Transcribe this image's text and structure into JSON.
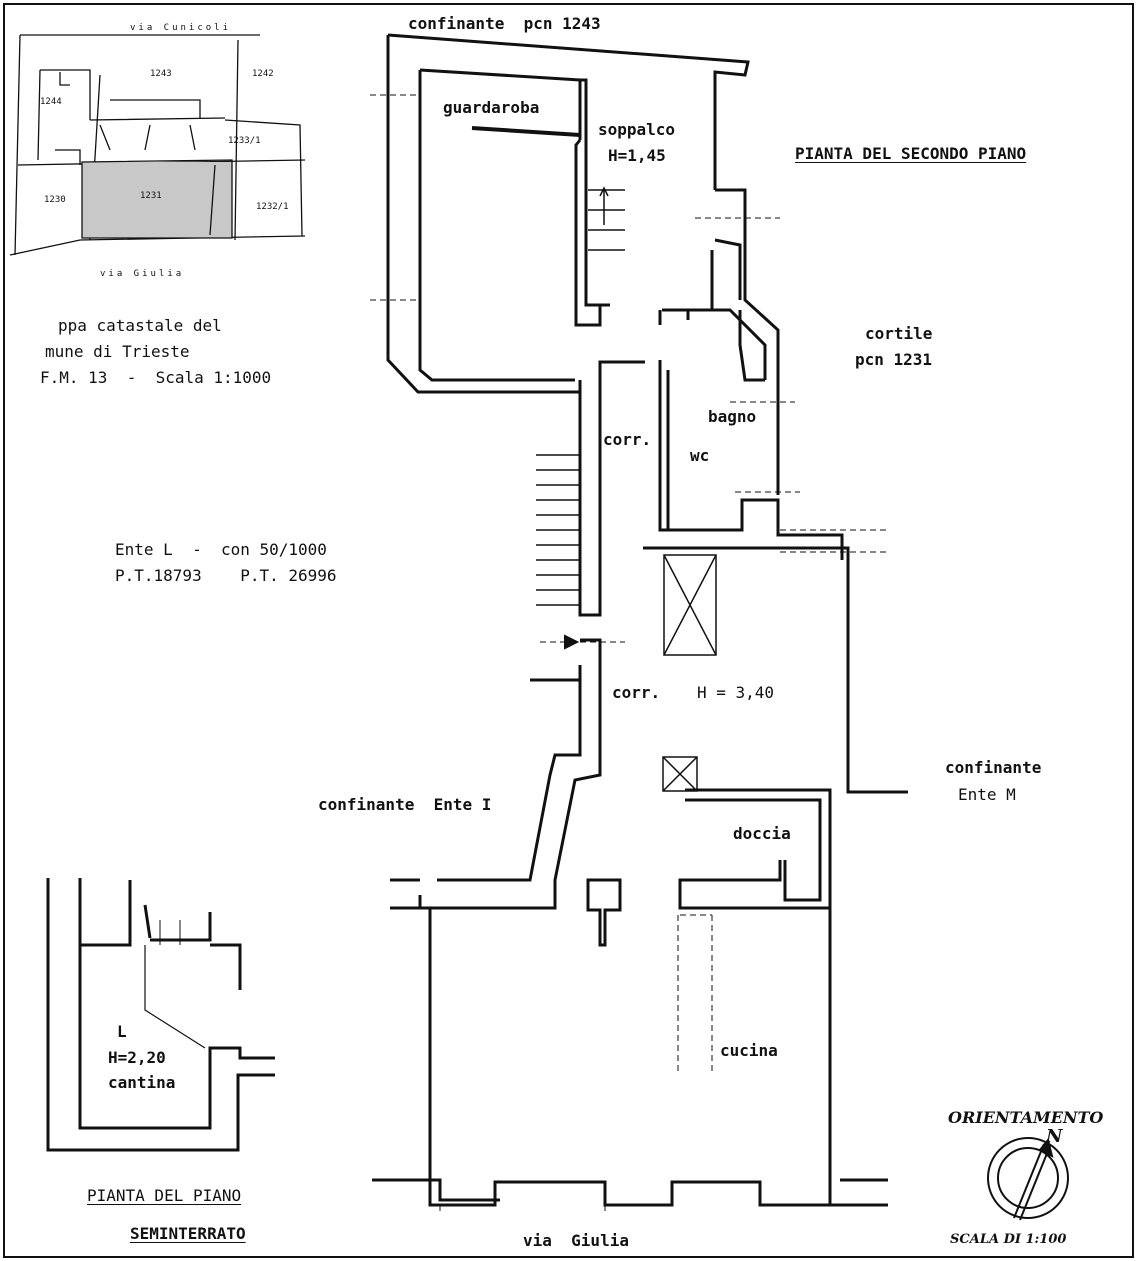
{
  "title": "PIANTA DEL SECONDO PIANO",
  "basement": {
    "title_line1": "PIANTA DEL PIANO",
    "title_line2": "SEMINTERRATO",
    "room_letter": "L",
    "height": "H=2,20",
    "room": "cantina"
  },
  "cadastral_inset": {
    "street_top": "via Cunicoli",
    "street_bottom": "via Giulia",
    "parcels": [
      "1243",
      "1242",
      "1244",
      "1233/1",
      "1230",
      "1231",
      "1232/1"
    ],
    "caption_lines": [
      "ppa catastale del",
      "mune di Trieste",
      "F.M. 13  -  Scala 1:1000"
    ]
  },
  "rooms": {
    "guardaroba": "guardaroba",
    "soppalco": "soppalco",
    "soppalco_height": "H=1,45",
    "bagno": "bagno",
    "wc": "wc",
    "corr_upper": "corr.",
    "corr_lower": "corr.",
    "corr_height": "H = 3,40",
    "doccia": "doccia",
    "cucina": "cucina"
  },
  "neighbors": {
    "top": "confinante  pcn 1243",
    "courtyard_line1": "cortile",
    "courtyard_line2": "pcn 1231",
    "ente_i": "confinante  Ente I",
    "ente_m_line1": "confinante",
    "ente_m_line2": "Ente M",
    "street": "via  Giulia"
  },
  "unit_info": {
    "line1": "Ente L  -  con 50/1000",
    "line2": "P.T.18793    P.T. 26996"
  },
  "orientation": {
    "title": "ORIENTAMENTO",
    "north": "N",
    "scale": "SCALA DI 1:100"
  }
}
